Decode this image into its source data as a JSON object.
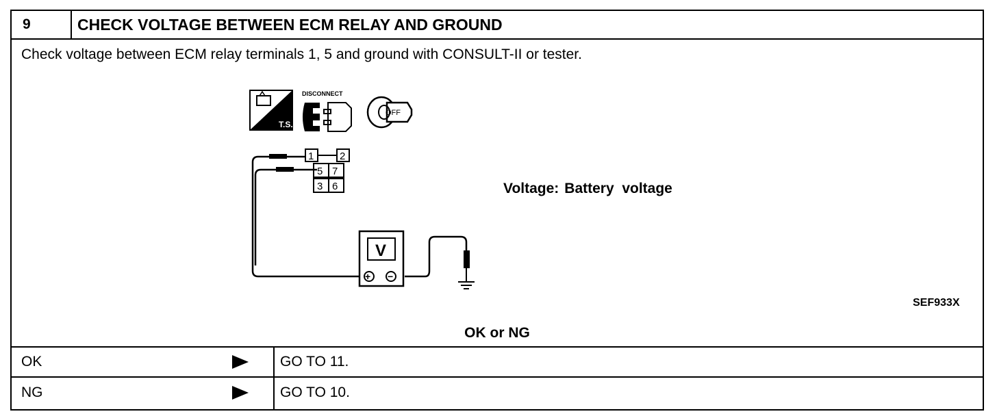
{
  "step": {
    "number": "9",
    "title": "CHECK VOLTAGE BETWEEN ECM RELAY AND GROUND"
  },
  "instruction": "Check voltage between ECM relay terminals 1, 5 and ground with CONSULT-II or tester.",
  "icons": {
    "ts_label": "T.S.",
    "disconnect_label": "DISCONNECT",
    "key_label": "OFF",
    "names": [
      "tester-ts-icon",
      "disconnect-connector-icon",
      "ignition-key-off-icon"
    ]
  },
  "connector": {
    "terminals": [
      "1",
      "2",
      "5",
      "7",
      "3",
      "6"
    ]
  },
  "meter": {
    "label": "V",
    "plus": "+",
    "minus": "−"
  },
  "spec": {
    "label": "Voltage:",
    "value": "Battery  voltage"
  },
  "figure_ref": "SEF933X",
  "judgement": "OK or NG",
  "results": [
    {
      "result": "OK",
      "action": "GO TO 11."
    },
    {
      "result": "NG",
      "action": "GO TO 10."
    }
  ]
}
